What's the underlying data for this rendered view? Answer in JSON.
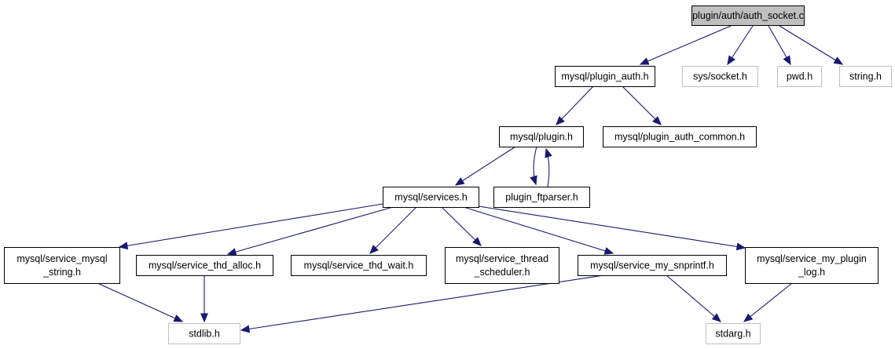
{
  "diagram": {
    "nodes": [
      {
        "id": "auth_socket",
        "lines": [
          "plugin/auth/auth_socket.c"
        ],
        "style": "root"
      },
      {
        "id": "plugin_auth",
        "lines": [
          "mysql/plugin_auth.h"
        ],
        "style": "normal"
      },
      {
        "id": "sys_socket",
        "lines": [
          "sys/socket.h"
        ],
        "style": "external"
      },
      {
        "id": "pwd",
        "lines": [
          "pwd.h"
        ],
        "style": "external"
      },
      {
        "id": "string",
        "lines": [
          "string.h"
        ],
        "style": "external"
      },
      {
        "id": "plugin",
        "lines": [
          "mysql/plugin.h"
        ],
        "style": "normal"
      },
      {
        "id": "plugin_auth_common",
        "lines": [
          "mysql/plugin_auth_common.h"
        ],
        "style": "normal"
      },
      {
        "id": "services",
        "lines": [
          "mysql/services.h"
        ],
        "style": "normal"
      },
      {
        "id": "plugin_ftparser",
        "lines": [
          "plugin_ftparser.h"
        ],
        "style": "normal"
      },
      {
        "id": "svc_mysql_string",
        "lines": [
          "mysql/service_mysql",
          "_string.h"
        ],
        "style": "normal"
      },
      {
        "id": "svc_thd_alloc",
        "lines": [
          "mysql/service_thd_alloc.h"
        ],
        "style": "normal"
      },
      {
        "id": "svc_thd_wait",
        "lines": [
          "mysql/service_thd_wait.h"
        ],
        "style": "normal"
      },
      {
        "id": "svc_thread_sched",
        "lines": [
          "mysql/service_thread",
          "_scheduler.h"
        ],
        "style": "normal"
      },
      {
        "id": "svc_my_snprintf",
        "lines": [
          "mysql/service_my_snprintf.h"
        ],
        "style": "normal"
      },
      {
        "id": "svc_my_plugin_log",
        "lines": [
          "mysql/service_my_plugin",
          "_log.h"
        ],
        "style": "normal"
      },
      {
        "id": "stdlib",
        "lines": [
          "stdlib.h"
        ],
        "style": "external"
      },
      {
        "id": "stdarg",
        "lines": [
          "stdarg.h"
        ],
        "style": "external"
      }
    ],
    "edges": [
      {
        "from": "auth_socket",
        "to": "plugin_auth"
      },
      {
        "from": "auth_socket",
        "to": "sys_socket"
      },
      {
        "from": "auth_socket",
        "to": "pwd"
      },
      {
        "from": "auth_socket",
        "to": "string"
      },
      {
        "from": "plugin_auth",
        "to": "plugin"
      },
      {
        "from": "plugin_auth",
        "to": "plugin_auth_common"
      },
      {
        "from": "plugin",
        "to": "services"
      },
      {
        "from": "plugin",
        "to": "plugin_ftparser"
      },
      {
        "from": "plugin_ftparser",
        "to": "plugin"
      },
      {
        "from": "services",
        "to": "svc_mysql_string"
      },
      {
        "from": "services",
        "to": "svc_thd_alloc"
      },
      {
        "from": "services",
        "to": "svc_thd_wait"
      },
      {
        "from": "services",
        "to": "svc_thread_sched"
      },
      {
        "from": "services",
        "to": "svc_my_snprintf"
      },
      {
        "from": "services",
        "to": "svc_my_plugin_log"
      },
      {
        "from": "svc_mysql_string",
        "to": "stdlib"
      },
      {
        "from": "svc_thd_alloc",
        "to": "stdlib"
      },
      {
        "from": "svc_my_snprintf",
        "to": "stdlib"
      },
      {
        "from": "svc_my_snprintf",
        "to": "stdarg"
      },
      {
        "from": "svc_my_plugin_log",
        "to": "stdarg"
      }
    ]
  }
}
